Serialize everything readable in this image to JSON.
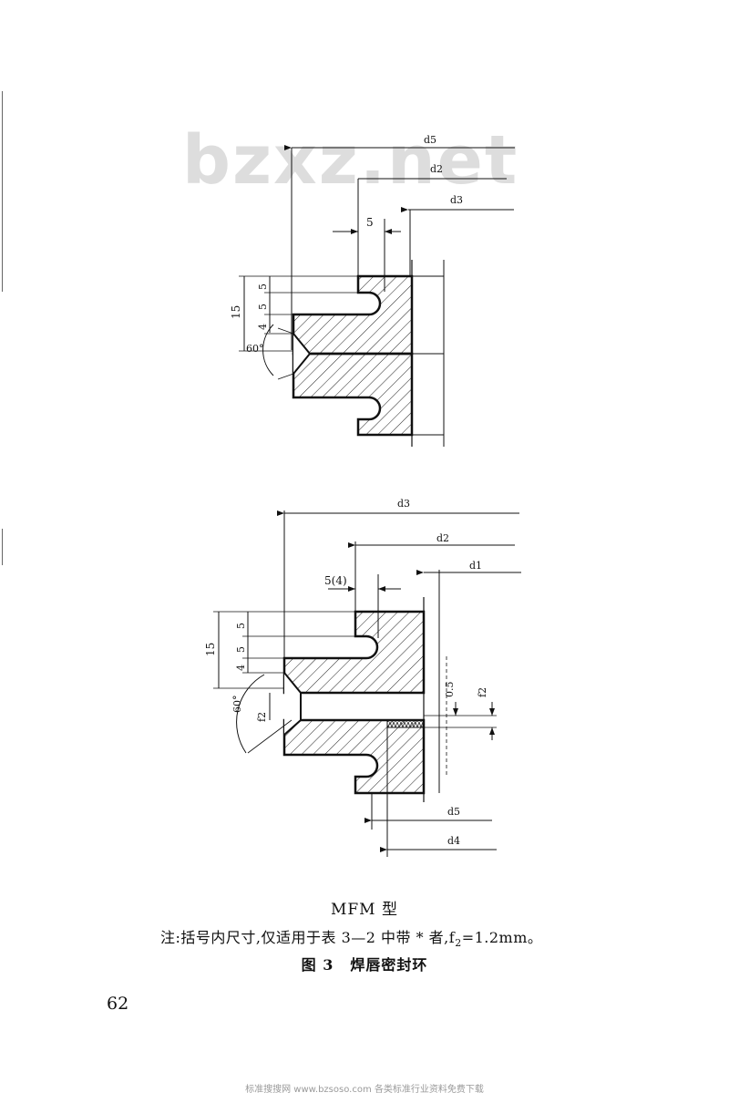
{
  "watermark": "bzxz.net",
  "figure_top": {
    "labels": {
      "d5": "d5",
      "d2": "d2",
      "d3": "d3",
      "gap": "5",
      "height": "15",
      "seg1": "5",
      "seg2": "5",
      "seg3": "4",
      "angle": "60°"
    }
  },
  "figure_bottom": {
    "labels": {
      "d3": "d3",
      "d2": "d2",
      "d1": "d1",
      "gap": "5(4)",
      "height": "15",
      "seg1": "5",
      "seg2": "5",
      "seg3": "4",
      "angle": "60°",
      "f2_left": "f2",
      "f2_right": "f2",
      "thick": "0.5",
      "d5": "d5",
      "d4": "d4"
    }
  },
  "caption": {
    "type_name": "MFM 型",
    "note_prefix": "注:括号内尺寸,仅适用于表 3—2 中带 * 者,f",
    "note_sub": "2",
    "note_suffix": "=1.2mm。",
    "figure_label": "图 3",
    "figure_title": "焊唇密封环"
  },
  "page_number": "62",
  "footer": "标准搜搜网 www.bzsoso.com 各类标准行业资料免费下载"
}
